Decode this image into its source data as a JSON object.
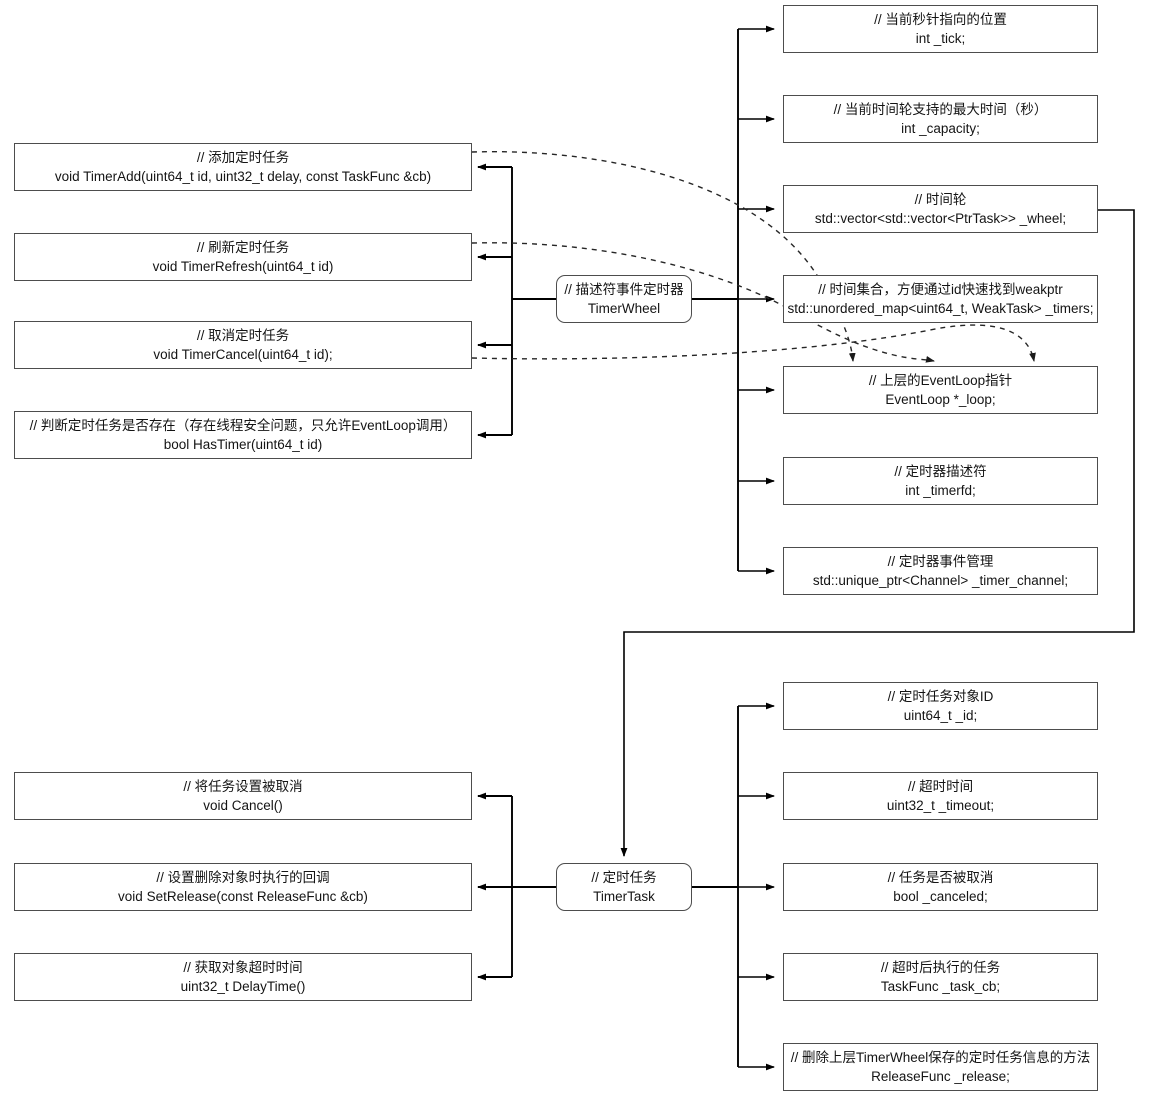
{
  "diagram": {
    "title": "TimerWheel / TimerTask class structure",
    "colors": {
      "background": "#ffffff",
      "box_border": "#4d4d4d",
      "text": "#141414",
      "edge_solid": "#000000",
      "edge_dashed": "#333333"
    },
    "classes": [
      {
        "id": "timerwheel",
        "comment": "// 描述符事件定时器",
        "name": "TimerWheel"
      },
      {
        "id": "timertask",
        "comment": "// 定时任务",
        "name": "TimerTask"
      }
    ],
    "timerwheel_methods": [
      {
        "comment": "// 添加定时任务",
        "signature": "void TimerAdd(uint64_t id, uint32_t delay, const TaskFunc &cb)"
      },
      {
        "comment": "// 刷新定时任务",
        "signature": "void TimerRefresh(uint64_t id)"
      },
      {
        "comment": "// 取消定时任务",
        "signature": "void TimerCancel(uint64_t id);"
      },
      {
        "comment": "// 判断定时任务是否存在（存在线程安全问题，只允许EventLoop调用）",
        "signature": "bool HasTimer(uint64_t id)"
      }
    ],
    "timerwheel_members": [
      {
        "comment": "// 当前秒针指向的位置",
        "declaration": "int _tick;"
      },
      {
        "comment": "// 当前时间轮支持的最大时间（秒）",
        "declaration": "int _capacity;"
      },
      {
        "comment": "// 时间轮",
        "declaration": "std::vector<std::vector<PtrTask>> _wheel;"
      },
      {
        "comment": "// 时间集合，方便通过id快速找到weakptr",
        "declaration": "std::unordered_map<uint64_t, WeakTask> _timers;"
      },
      {
        "comment": "// 上层的EventLoop指针",
        "declaration": "EventLoop *_loop;"
      },
      {
        "comment": "// 定时器描述符",
        "declaration": "int _timerfd;"
      },
      {
        "comment": "// 定时器事件管理",
        "declaration": "std::unique_ptr<Channel> _timer_channel;"
      }
    ],
    "timertask_methods": [
      {
        "comment": "// 将任务设置被取消",
        "signature": "void Cancel()"
      },
      {
        "comment": "// 设置删除对象时执行的回调",
        "signature": "void SetRelease(const ReleaseFunc &cb)"
      },
      {
        "comment": "// 获取对象超时时间",
        "signature": "uint32_t DelayTime()"
      }
    ],
    "timertask_members": [
      {
        "comment": "// 定时任务对象ID",
        "declaration": "uint64_t _id;"
      },
      {
        "comment": "// 超时时间",
        "declaration": "uint32_t _timeout;"
      },
      {
        "comment": "// 任务是否被取消",
        "declaration": "bool _canceled;"
      },
      {
        "comment": "// 超时后执行的任务",
        "declaration": "TaskFunc _task_cb;"
      },
      {
        "comment": "// 删除上层TimerWheel保存的定时任务信息的方法",
        "declaration": "ReleaseFunc _release;"
      }
    ]
  }
}
